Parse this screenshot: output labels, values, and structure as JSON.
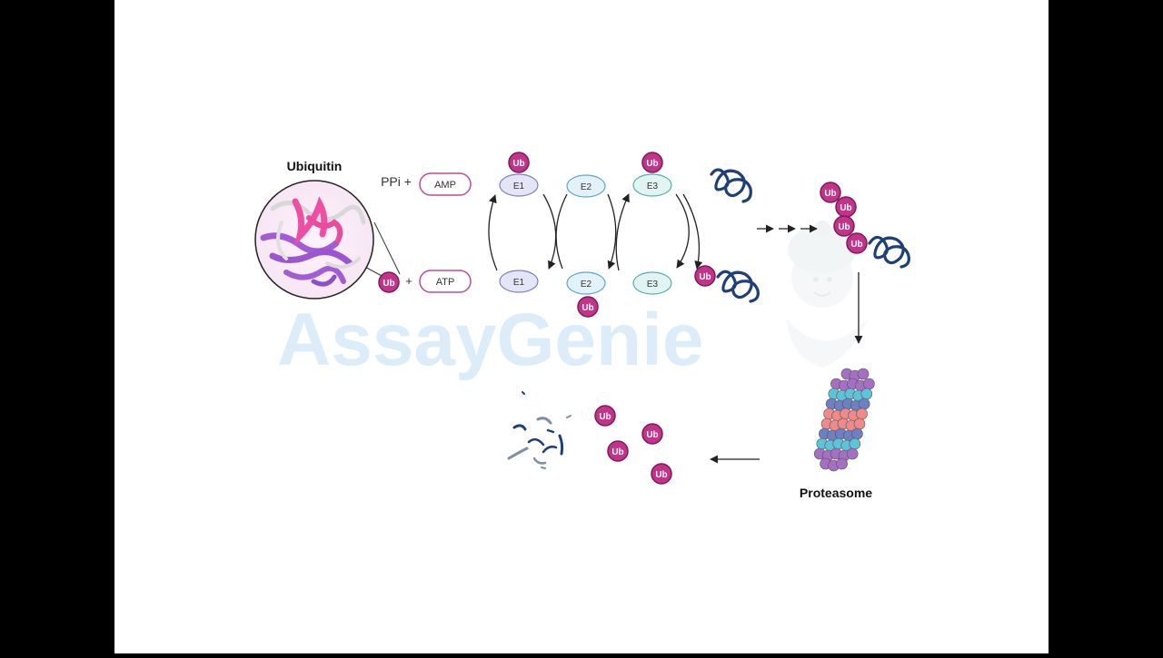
{
  "diagram": {
    "title": "Ubiquitin",
    "proteasome_label": "Proteasome",
    "watermark": "AssayGenie",
    "ppi_label": "PPi +",
    "plus_sign": "+",
    "amp_label": "AMP",
    "atp_label": "ATP",
    "ub_label": "Ub",
    "e1_label": "E1",
    "e2_label": "E2",
    "e3_label": "E3"
  },
  "colors": {
    "ub_fill": "#c2338a",
    "ub_stroke": "#7e1a58",
    "amp_stroke": "#c04a94",
    "e1_fill": "#e4e6f8",
    "e1_stroke": "#7c7fc6",
    "e2_fill": "#e3f1f9",
    "e2_stroke": "#5aa5cf",
    "e3_fill": "#e1f4f2",
    "e3_stroke": "#4fb3ad",
    "substrate": "#1f3f7a",
    "arrow": "#222222",
    "watermark_blue": "#dff0fb",
    "watermark_grey": "#e8ecef"
  }
}
